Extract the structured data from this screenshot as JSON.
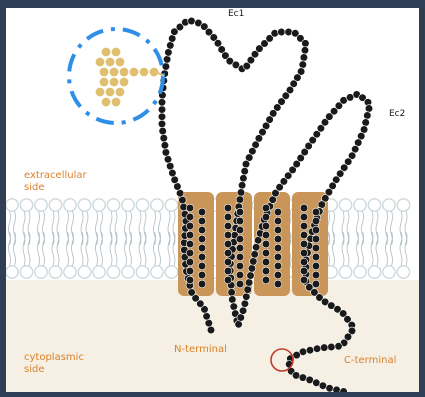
{
  "labels": {
    "ec1": "Ec1",
    "ec2": "Ec2",
    "extracellular_line1": "extracellular",
    "extracellular_line2": "side",
    "cytoplasmic_line1": "cytoplasmic",
    "cytoplasmic_line2": "side",
    "n_terminal": "N-terminal",
    "c_terminal": "C-terminal"
  },
  "colors": {
    "frame_border": "#2f3d55",
    "extracellular_bg": "#ffffff",
    "cytoplasmic_bg": "#f6efe4",
    "label_orange": "#d9822b",
    "helix_fill": "#c99558",
    "residue": "#1a1a1a",
    "glycan": "#e0c070",
    "glycan_circle": "#2f8fe8",
    "c_term_circle": "#c0392b",
    "lipid_head": "#cfd8dc",
    "lipid_tail": "#b0bcc2"
  },
  "icons": {
    "glycan_marker": "glycan-tree-icon",
    "highlight_marker": "red-circle-icon"
  }
}
